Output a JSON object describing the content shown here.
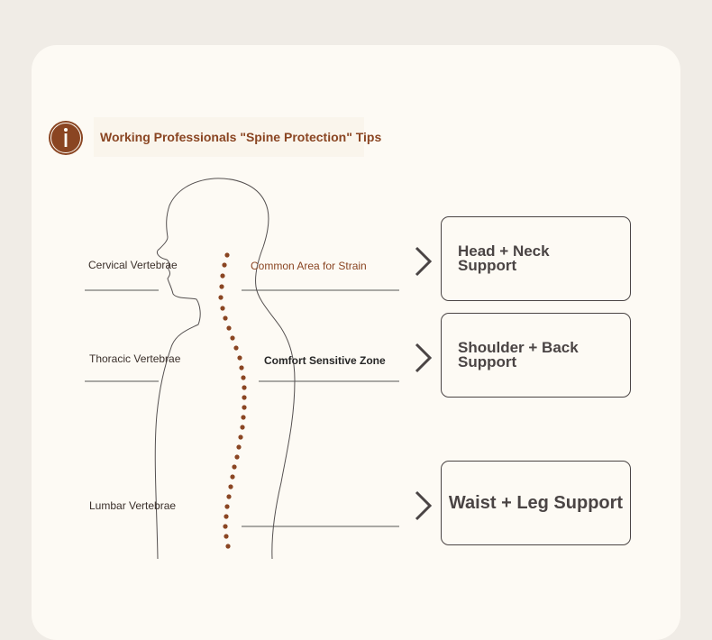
{
  "header": {
    "title": "Working Professionals \"Spine Protection\" Tips",
    "icon": "info-icon",
    "icon_color": "#8a4522"
  },
  "labels": {
    "cervical": "Cervical Vertebrae",
    "thoracic": "Thoracic Vertebrae",
    "lumbar": "Lumbar Vertebrae",
    "strain": "Common Area for Strain",
    "comfort": "Comfort Sensitive Zone"
  },
  "boxes": {
    "head_neck": {
      "line1": "Head + Neck",
      "line2": "Support"
    },
    "shoulder_back": {
      "line1": "Shoulder + Back",
      "line2": "Support"
    },
    "waist_leg": "Waist + Leg Support"
  },
  "colors": {
    "accent": "#8a4522",
    "spine_dot": "#8a4522",
    "outline": "#555050",
    "card": "#fdfaf4",
    "background": "#f0ece6"
  }
}
